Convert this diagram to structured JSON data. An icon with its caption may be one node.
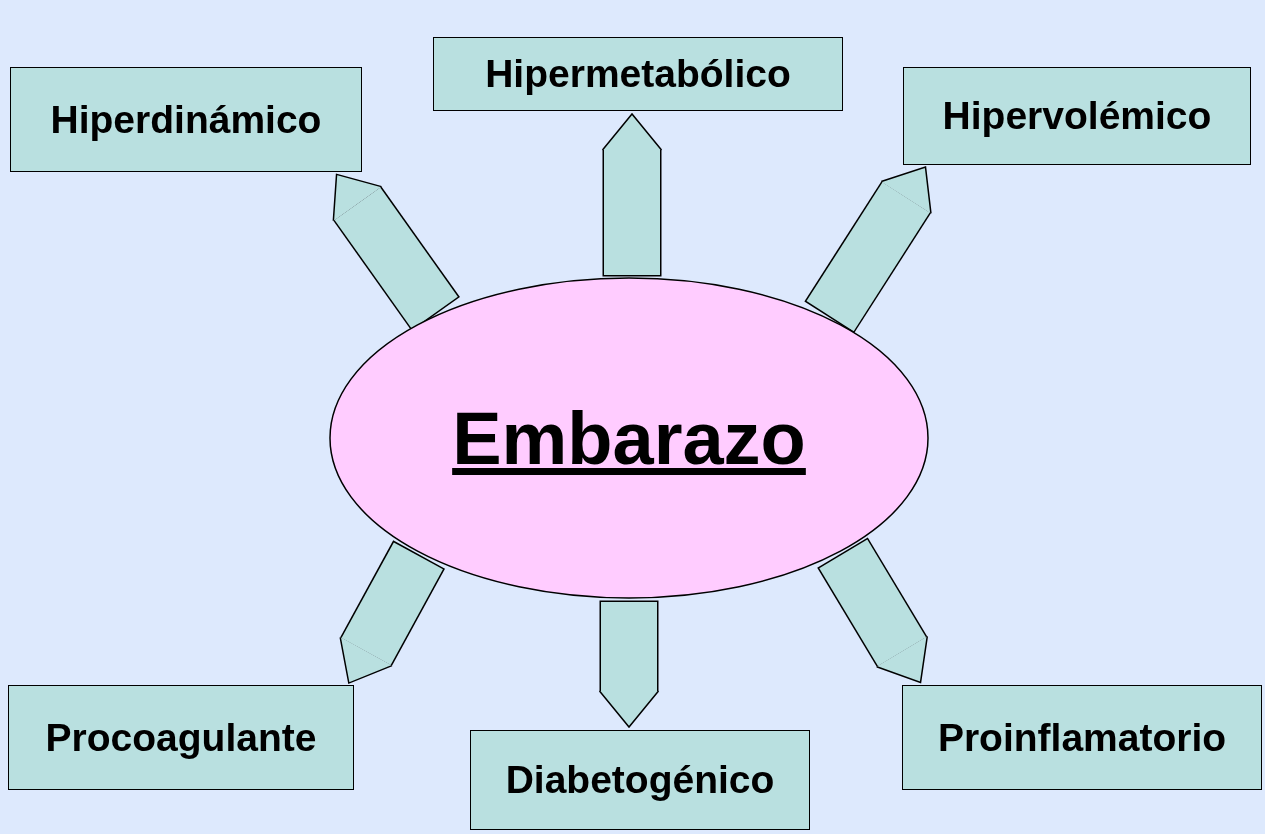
{
  "diagram": {
    "nodes": [
      {
        "text": [
          "Embarazo"
        ]
      },
      {
        "text": [
          "Hiperdinámico"
        ]
      },
      {
        "text": [
          "Hipermetabólico"
        ]
      },
      {
        "text": [
          "Hipervolémico"
        ]
      },
      {
        "text": [
          "Procoagulante"
        ]
      },
      {
        "text": [
          "Diabetogénico"
        ]
      },
      {
        "text": [
          "Proinflamatorio"
        ]
      }
    ],
    "edges": [
      {
        "from": 0,
        "to": 1,
        "arrow": "to"
      },
      {
        "from": 0,
        "to": 2,
        "arrow": "to"
      },
      {
        "from": 0,
        "to": 3,
        "arrow": "to"
      },
      {
        "from": 0,
        "to": 4,
        "arrow": "to"
      },
      {
        "from": 0,
        "to": 5,
        "arrow": "to"
      },
      {
        "from": 0,
        "to": 6,
        "arrow": "to"
      }
    ]
  }
}
